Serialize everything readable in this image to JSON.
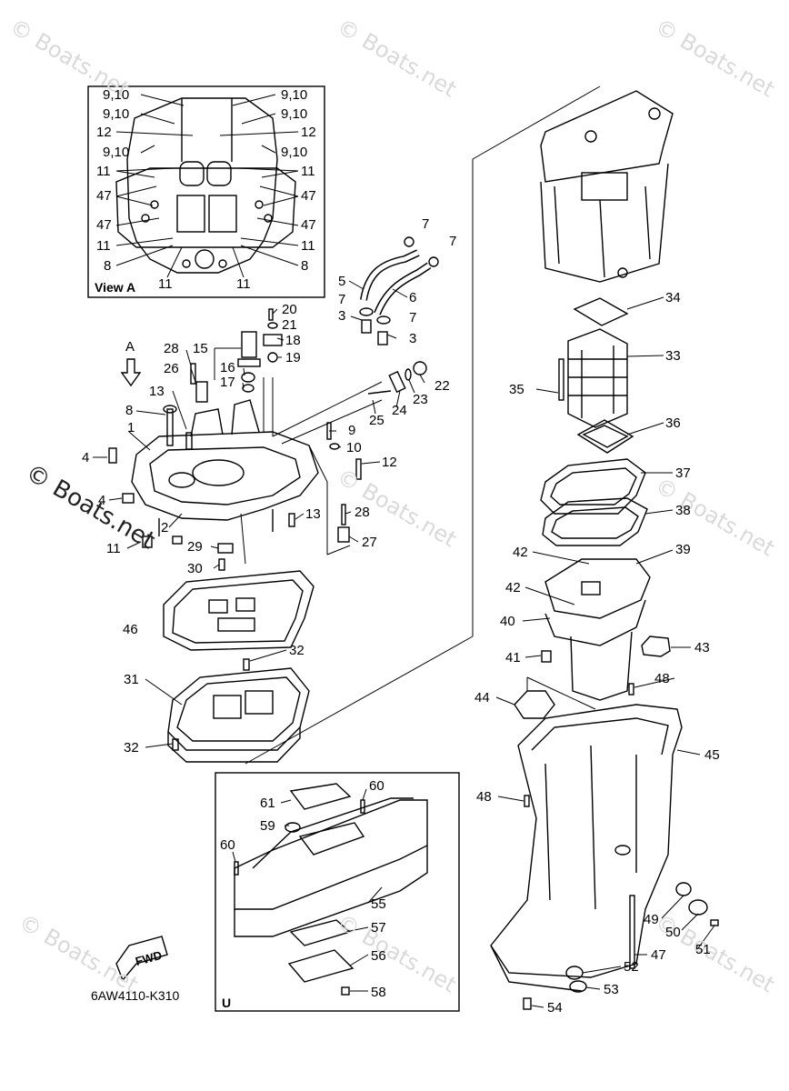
{
  "watermark": "© Boats.net",
  "part_code": "6AW4110-K310",
  "view_a_label": "View A",
  "view_a_arrow_label": "A",
  "u_panel_label": "U",
  "fwd_label": "FWD",
  "callouts": {
    "a_910_tl": "9,10",
    "a_910_tr": "9,10",
    "a_910_ml": "9,10",
    "a_910_mr": "9,10",
    "a_910_ll": "9,10",
    "a_910_lr": "9,10",
    "a_12_l": "12",
    "a_12_r": "12",
    "a_11_ul": "11",
    "a_11_ur": "11",
    "a_11_ll": "11",
    "a_11_lr": "11",
    "a_11_bl": "11",
    "a_11_br": "11",
    "a_47_ul": "47",
    "a_47_ur": "47",
    "a_47_ll": "47",
    "a_47_lr": "47",
    "a_8_l": "8",
    "a_8_r": "8",
    "p1": "1",
    "p2": "2",
    "p3a": "3",
    "p3b": "3",
    "p4a": "4",
    "p4b": "4",
    "p5": "5",
    "p6": "6",
    "p7a": "7",
    "p7b": "7",
    "p7c": "7",
    "p7d": "7",
    "p8": "8",
    "p9": "9",
    "p10": "10",
    "p11": "11",
    "p12": "12",
    "p13a": "13",
    "p13b": "13",
    "p15": "15",
    "p16": "16",
    "p17": "17",
    "p18": "18",
    "p19": "19",
    "p20": "20",
    "p21": "21",
    "p22": "22",
    "p23": "23",
    "p24": "24",
    "p25": "25",
    "p26": "26",
    "p27": "27",
    "p28a": "28",
    "p28b": "28",
    "p29": "29",
    "p30": "30",
    "p31": "31",
    "p32a": "32",
    "p32b": "32",
    "p33": "33",
    "p34": "34",
    "p35": "35",
    "p36": "36",
    "p37": "37",
    "p38": "38",
    "p39": "39",
    "p40": "40",
    "p41": "41",
    "p42a": "42",
    "p42b": "42",
    "p43": "43",
    "p44": "44",
    "p45": "45",
    "p46": "46",
    "p47": "47",
    "p48a": "48",
    "p48b": "48",
    "p49": "49",
    "p50": "50",
    "p51": "51",
    "p52": "52",
    "p53": "53",
    "p54": "54",
    "p55": "55",
    "p56": "56",
    "p57": "57",
    "p58": "58",
    "p59": "59",
    "p60a": "60",
    "p60b": "60",
    "p61": "61"
  }
}
